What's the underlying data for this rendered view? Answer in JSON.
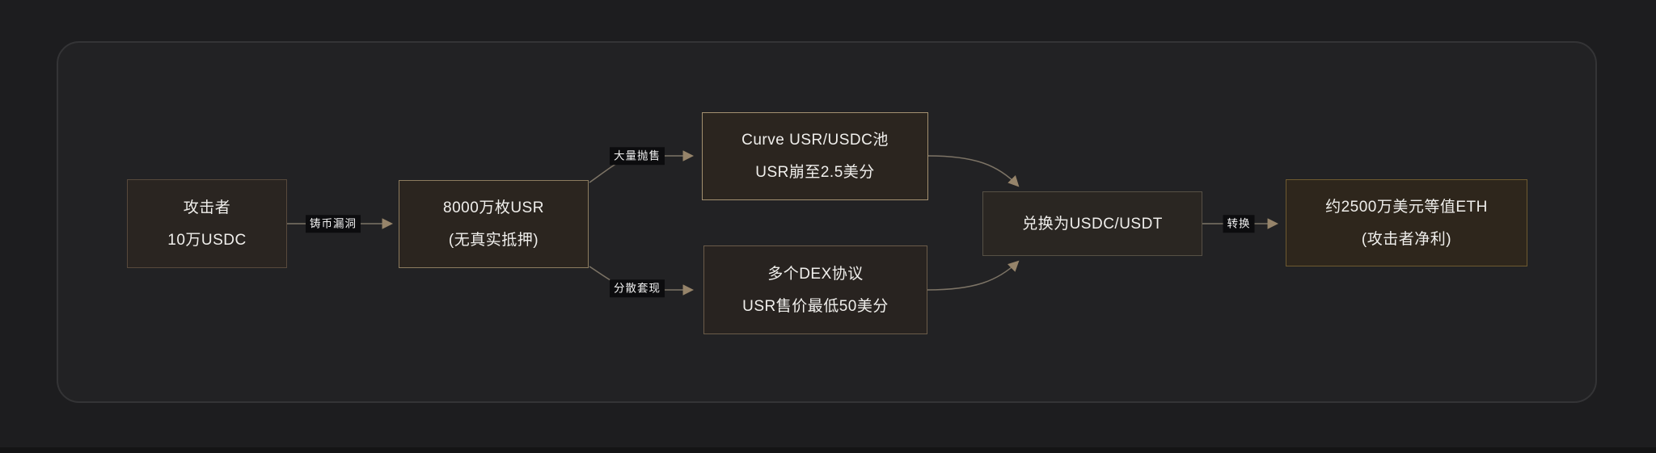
{
  "diagram": {
    "title": "",
    "nodes": [
      {
        "id": "attacker",
        "line1": "攻击者",
        "line2": "10万USDC"
      },
      {
        "id": "usr-mint",
        "line1": "8000万枚USR",
        "line2": "(无真实抵押)"
      },
      {
        "id": "curve-pool",
        "line1": "Curve USR/USDC池",
        "line2": "USR崩至2.5美分"
      },
      {
        "id": "dex",
        "line1": "多个DEX协议",
        "line2": "USR售价最低50美分"
      },
      {
        "id": "swap-stable",
        "line1": "兑换为USDC/USDT"
      },
      {
        "id": "eth-profit",
        "line1": "约2500万美元等值ETH",
        "line2": "(攻击者净利)"
      }
    ],
    "edge_labels": [
      {
        "id": "mint-exploit",
        "text": "铸币漏洞"
      },
      {
        "id": "mass-dump",
        "text": "大量抛售"
      },
      {
        "id": "dispersed-cashout",
        "text": "分散套现"
      },
      {
        "id": "convert",
        "text": "转换"
      }
    ],
    "colors": {
      "background": "#1d1d1f",
      "panel_background": "#222224",
      "panel_border": "#343436",
      "node_fill": "#2b251f",
      "node_text": "#f0efec",
      "edge_line": "#7d7466",
      "arrowhead": "#96846a",
      "edge_label_background": "#0c0c0e",
      "edge_label_text": "#f2f2f2",
      "node_borders": [
        "#57493c",
        "#8c7c5f",
        "#a39070",
        "#6b5c49",
        "#565045",
        "#6e5a30"
      ]
    }
  }
}
